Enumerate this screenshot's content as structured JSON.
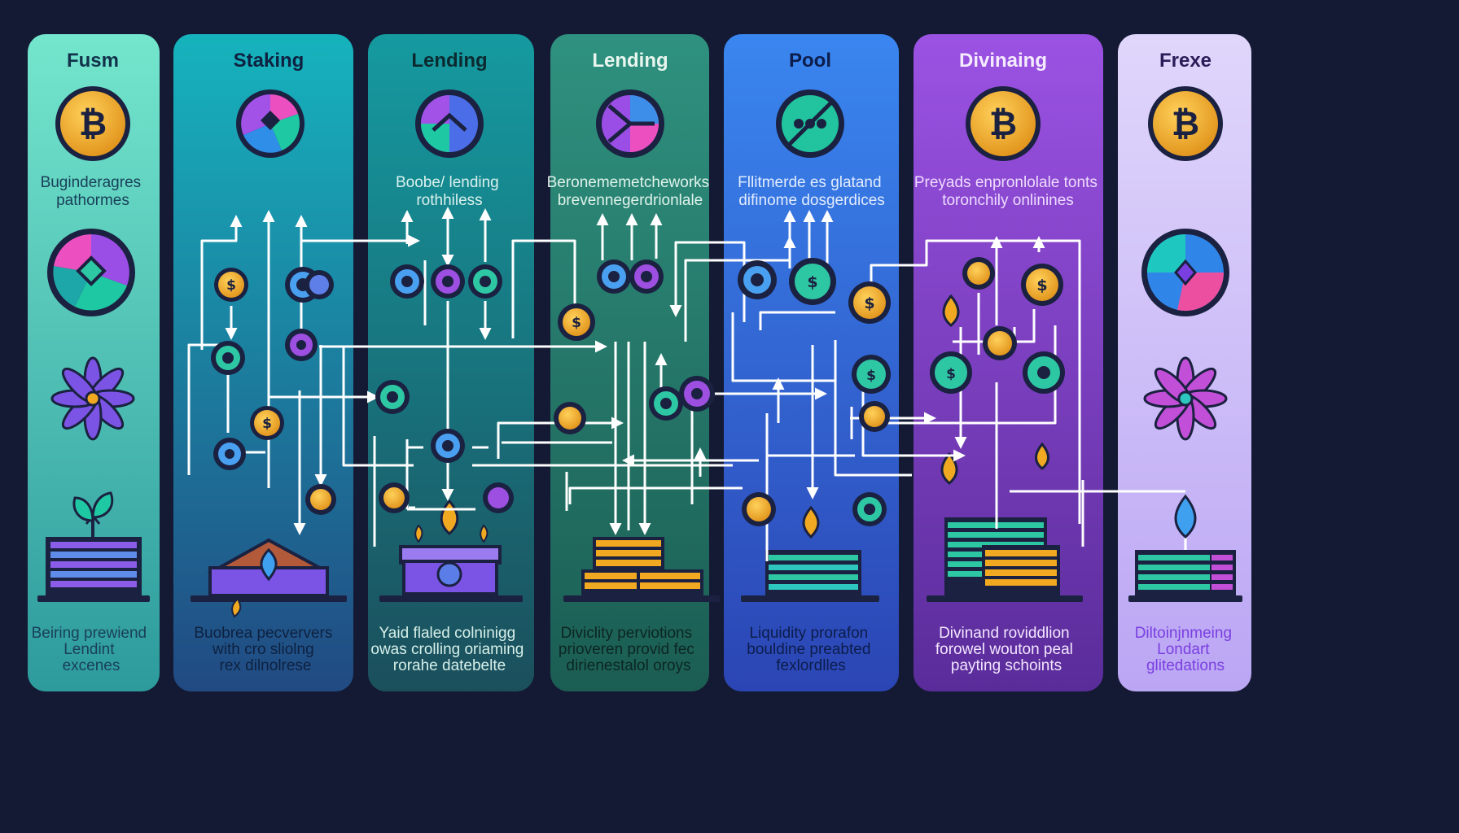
{
  "panels": [
    {
      "title": "Fusm",
      "desc": [
        "Buginderagres",
        "pathormes"
      ],
      "foot": [
        "Beiring prewiend",
        "Lendint",
        "excenes"
      ],
      "icons": [
        "bitcoin-icon",
        "pie-chart-icon",
        "flower-icon",
        "sprout-icon"
      ],
      "colors": {
        "top": "#74e6cd",
        "bottom": "#2d9a9c",
        "text": "#12324a"
      }
    },
    {
      "title": "Staking",
      "desc": [],
      "foot": [
        "Buobrea pecververs",
        "with cro sliolng",
        "rex dilnolrese"
      ],
      "icons": [
        "pie-chart-icon",
        "coin-icon",
        "drop-icon",
        "pile-icon"
      ],
      "colors": {
        "top": "#16b3bd",
        "bottom": "#214a82",
        "text": "#0e2140"
      }
    },
    {
      "title": "Lending",
      "desc": [
        "Boobe/ lending",
        "rothhiless"
      ],
      "foot": [
        "Yaid flaled colninigg",
        "owas crolling oriaming",
        "rorahe datebelte"
      ],
      "icons": [
        "pie-chart-icon",
        "coin-icon",
        "flame-icon",
        "box-icon"
      ],
      "colors": {
        "top": "#159aa0",
        "bottom": "#1b4f5c",
        "text": "#e6f3ef"
      }
    },
    {
      "title": "Lending",
      "desc": [
        "Beronememetcheworks",
        "brevennegerdrionlale"
      ],
      "foot": [
        "Diviclity perviotions",
        "prioveren provid fec",
        "dirienestalol oroys"
      ],
      "icons": [
        "pie-chart-icon",
        "coin-icon",
        "gold-bars-icon"
      ],
      "colors": {
        "top": "#2f917f",
        "bottom": "#1b5d53",
        "text": "#e4f4ee"
      }
    },
    {
      "title": "Pool",
      "desc": [
        "Fllitmerde es glatand",
        "difinome dosgerdices"
      ],
      "foot": [
        "Liquidity prorafon",
        "bouldine preabted",
        "fexlordlles"
      ],
      "icons": [
        "pie-chart-icon",
        "coin-icon",
        "drop-icon",
        "striped-bars-icon"
      ],
      "colors": {
        "top": "#3a86f0",
        "bottom": "#2b45b4",
        "text": "#0c1d4b"
      }
    },
    {
      "title": "Divinaing",
      "desc": [
        "Preyads enpronlolale tonts",
        "toronchily onlinines"
      ],
      "foot": [
        "Divinand roviddlion",
        "forowel wouton peal",
        "payting schoints"
      ],
      "icons": [
        "bitcoin-icon",
        "coin-icon",
        "drop-icon",
        "bars-icon"
      ],
      "colors": {
        "top": "#9b52e3",
        "bottom": "#5a2c9a",
        "text": "#f3e6ff"
      }
    },
    {
      "title": "Frexe",
      "desc": [],
      "foot": [
        "Diltoinjnmeing",
        "Londart",
        "glitedations"
      ],
      "icons": [
        "bitcoin-icon",
        "pie-chart-icon",
        "flower-icon",
        "drop-icon",
        "bars-icon"
      ],
      "colors": {
        "top": "#e0d6fb",
        "bottom": "#bba6f4",
        "text": "#2b1b57"
      }
    }
  ],
  "accents": {
    "coin": "#f0a921",
    "teal": "#2ec7a4",
    "purple": "#9c4fe0",
    "blue": "#4aa0f0",
    "line": "#ffffff"
  }
}
